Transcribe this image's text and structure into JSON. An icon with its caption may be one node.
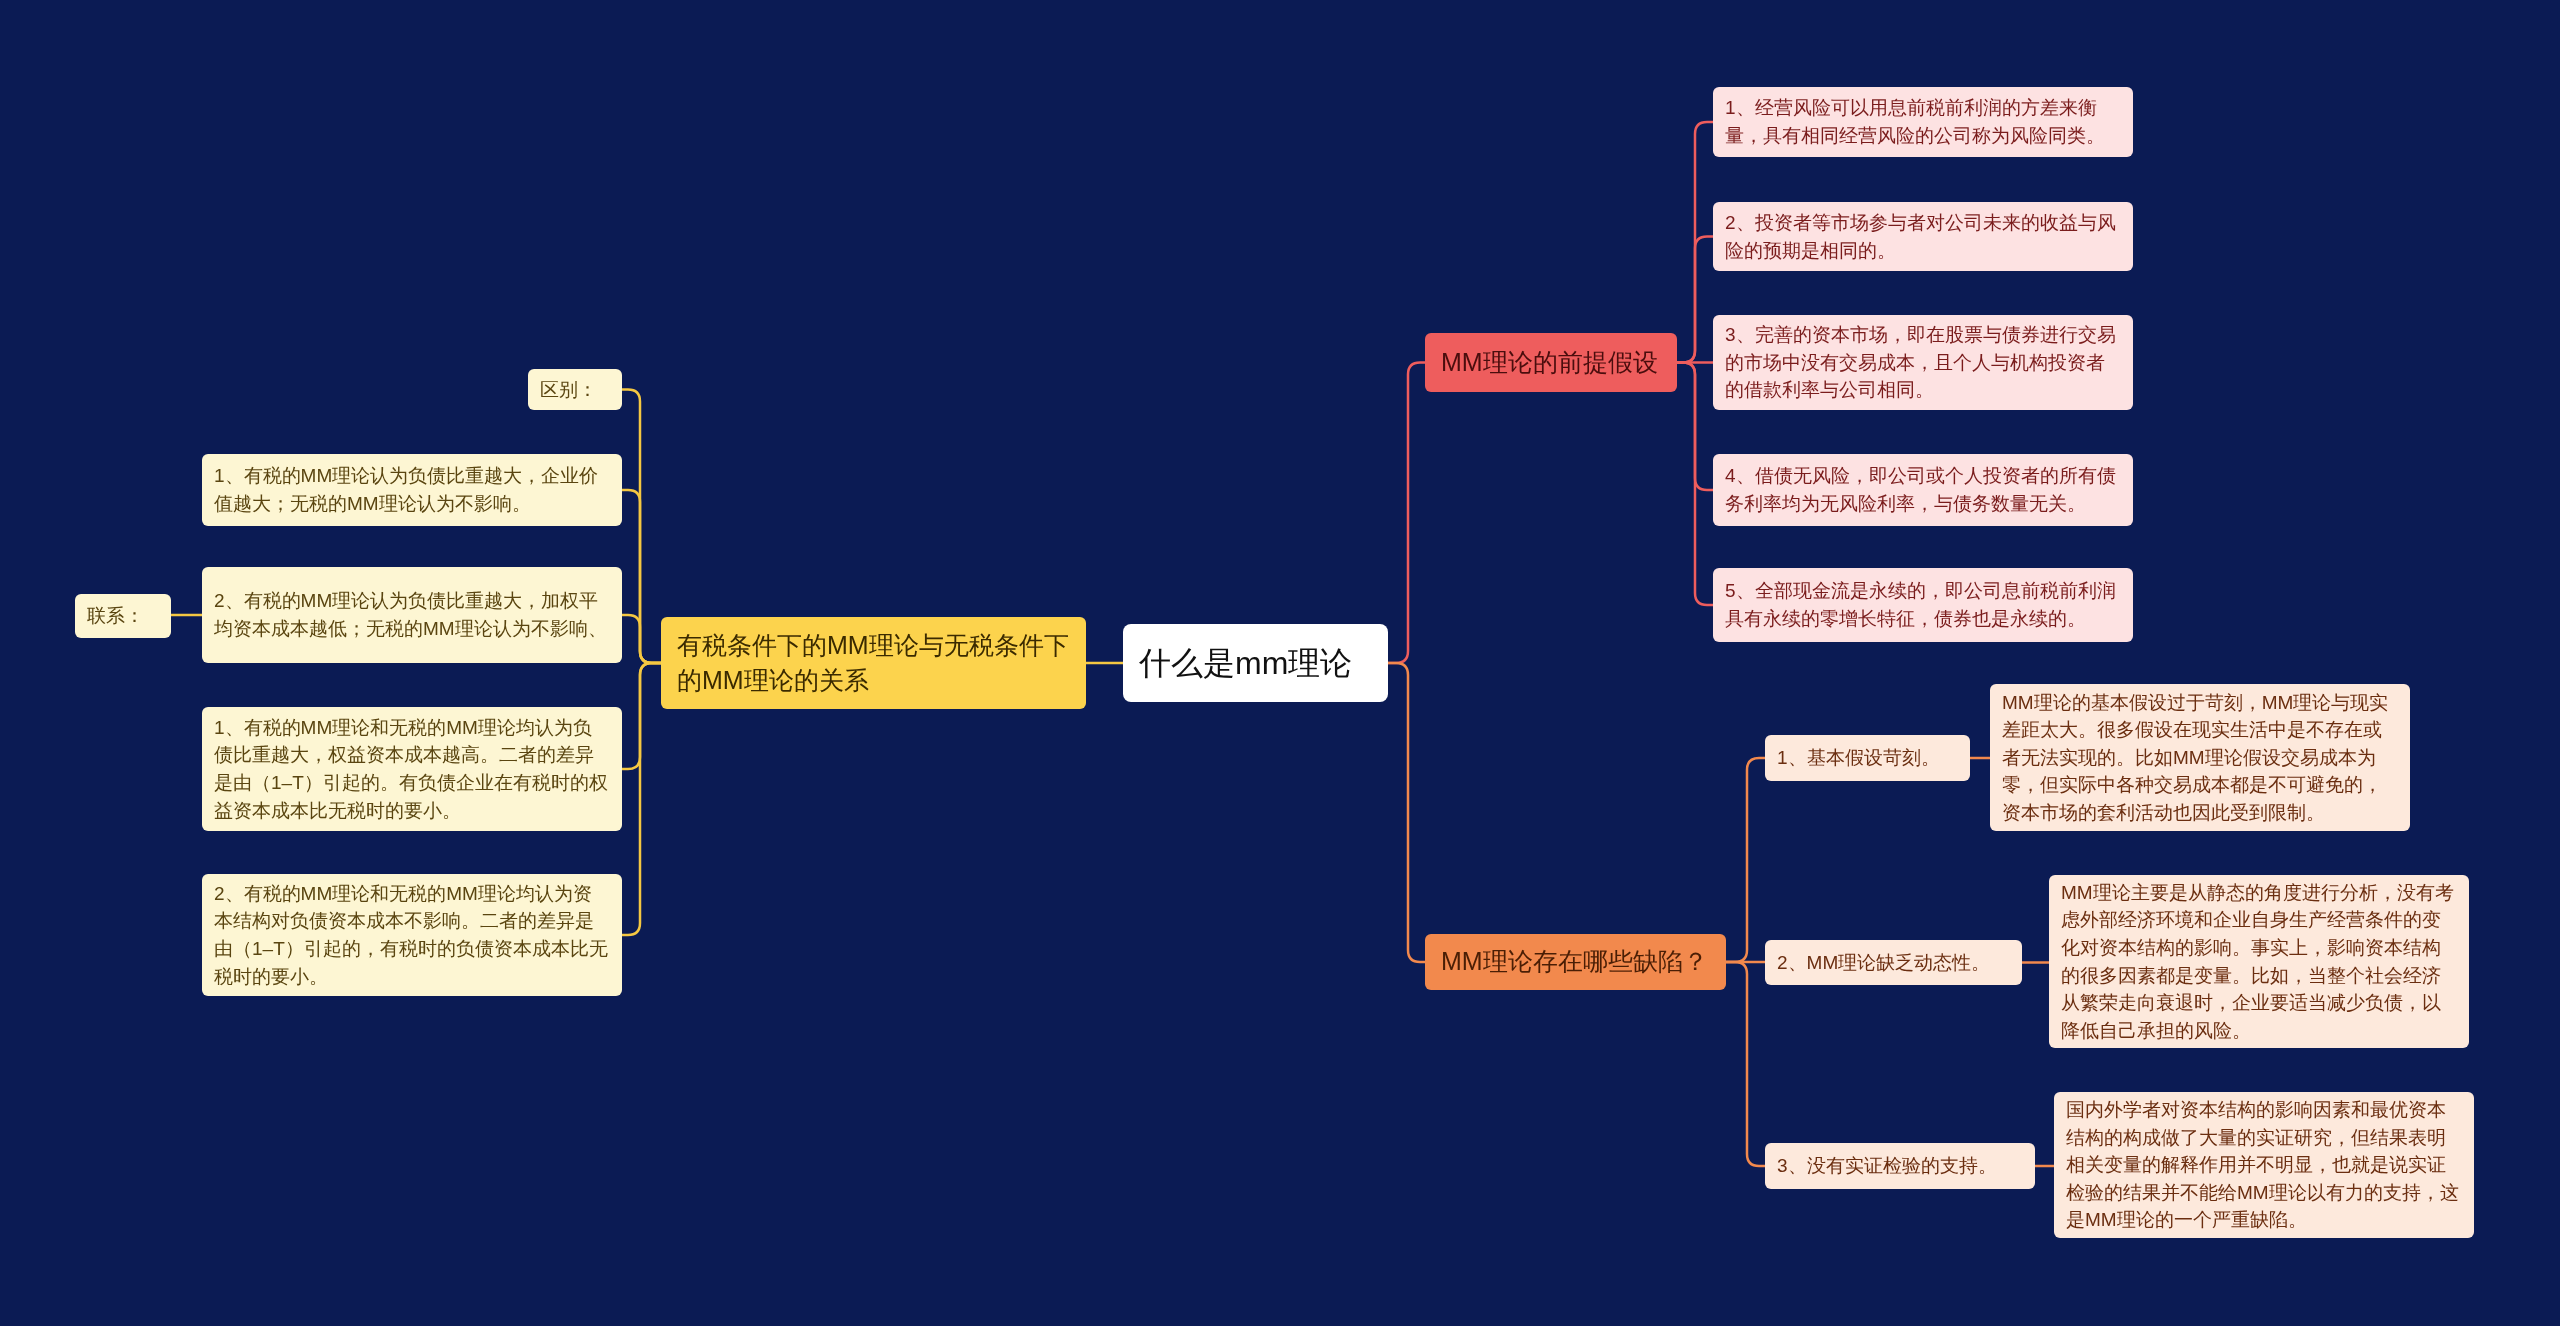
{
  "diagram": {
    "nodes": [
      {
        "text": [
          "什么是mm理论"
        ]
      },
      {
        "text": [
          "有税条件下的MM理论与无税条件下的MM理论的关系"
        ]
      },
      {
        "text": [
          "区别："
        ]
      },
      {
        "text": [
          "1、有税的MM理论认为负债比重越大，企业价值越大；无税的MM理论认为不影响。"
        ]
      },
      {
        "text": [
          "2、有税的MM理论认为负债比重越大，加权平均资本成本越低；无税的MM理论认为不影响、"
        ]
      },
      {
        "text": [
          "联系："
        ]
      },
      {
        "text": [
          "1、有税的MM理论和无税的MM理论均认为负债比重越大，权益资本成本越高。二者的差异是由（1–T）引起的。有负债企业在有税时的权益资本成本比无税时的要小。"
        ]
      },
      {
        "text": [
          "2、有税的MM理论和无税的MM理论均认为资本结构对负债资本成本不影响。二者的差异是由（1–T）引起的，有税时的负债资本成本比无税时的要小。"
        ]
      },
      {
        "text": [
          "MM理论的前提假设"
        ]
      },
      {
        "text": [
          "1、经营风险可以用息前税前利润的方差来衡量，具有相同经营风险的公司称为风险同类。"
        ]
      },
      {
        "text": [
          "2、投资者等市场参与者对公司未来的收益与风险的预期是相同的。"
        ]
      },
      {
        "text": [
          "3、完善的资本市场，即在股票与债券进行交易的市场中没有交易成本，且个人与机构投资者的借款利率与公司相同。"
        ]
      },
      {
        "text": [
          "4、借债无风险，即公司或个人投资者的所有债务利率均为无风险利率，与债务数量无关。"
        ]
      },
      {
        "text": [
          "5、全部现金流是永续的，即公司息前税前利润具有永续的零增长特征，债券也是永续的。"
        ]
      },
      {
        "text": [
          "MM理论存在哪些缺陷？"
        ]
      },
      {
        "text": [
          "1、基本假设苛刻。"
        ]
      },
      {
        "text": [
          "MM理论的基本假设过于苛刻，MM理论与现实差距太大。很多假设在现实生活中是不存在或者无法实现的。比如MM理论假设交易成本为零，但实际中各种交易成本都是不可避免的，资本市场的套利活动也因此受到限制。"
        ]
      },
      {
        "text": [
          "2、MM理论缺乏动态性。"
        ]
      },
      {
        "text": [
          "MM理论主要是从静态的角度进行分析，没有考虑外部经济环境和企业自身生产经营条件的变化对资本结构的影响。事实上，影响资本结构的很多因素都是变量。比如，当整个社会经济从繁荣走向衰退时，企业要适当减少负债，以降低自己承担的风险。"
        ]
      },
      {
        "text": [
          "3、没有实证检验的支持。"
        ]
      },
      {
        "text": [
          "国内外学者对资本结构的影响因素和最优资本结构的构成做了大量的实证研究，但结果表明相关变量的解释作用并不明显，也就是说实证检验的结果并不能给MM理论以有力的支持，这是MM理论的一个严重缺陷。"
        ]
      }
    ],
    "edges": [
      {
        "from": 0,
        "to": 1,
        "arrow": "none",
        "color": "#f5c842"
      },
      {
        "from": 1,
        "to": 2,
        "arrow": "none",
        "color": "#f5c842"
      },
      {
        "from": 1,
        "to": 3,
        "arrow": "none",
        "color": "#f5c842"
      },
      {
        "from": 1,
        "to": 4,
        "arrow": "none",
        "color": "#f5c842"
      },
      {
        "from": 4,
        "to": 5,
        "arrow": "none",
        "color": "#f5c842"
      },
      {
        "from": 1,
        "to": 6,
        "arrow": "none",
        "color": "#f5c842"
      },
      {
        "from": 1,
        "to": 7,
        "arrow": "none",
        "color": "#f5c842"
      },
      {
        "from": 0,
        "to": 8,
        "arrow": "none",
        "color": "#ee5d5d"
      },
      {
        "from": 8,
        "to": 9,
        "arrow": "none",
        "color": "#ee5d5d"
      },
      {
        "from": 8,
        "to": 10,
        "arrow": "none",
        "color": "#ee5d5d"
      },
      {
        "from": 8,
        "to": 11,
        "arrow": "none",
        "color": "#ee5d5d"
      },
      {
        "from": 8,
        "to": 12,
        "arrow": "none",
        "color": "#ee5d5d"
      },
      {
        "from": 8,
        "to": 13,
        "arrow": "none",
        "color": "#ee5d5d"
      },
      {
        "from": 0,
        "to": 14,
        "arrow": "none",
        "color": "#f2894d"
      },
      {
        "from": 14,
        "to": 15,
        "arrow": "none",
        "color": "#f2894d"
      },
      {
        "from": 15,
        "to": 16,
        "arrow": "none",
        "color": "#f2894d"
      },
      {
        "from": 14,
        "to": 17,
        "arrow": "none",
        "color": "#f2894d"
      },
      {
        "from": 17,
        "to": 18,
        "arrow": "none",
        "color": "#f2894d"
      },
      {
        "from": 14,
        "to": 19,
        "arrow": "none",
        "color": "#f2894d"
      },
      {
        "from": 19,
        "to": 20,
        "arrow": "none",
        "color": "#f2894d"
      }
    ]
  }
}
